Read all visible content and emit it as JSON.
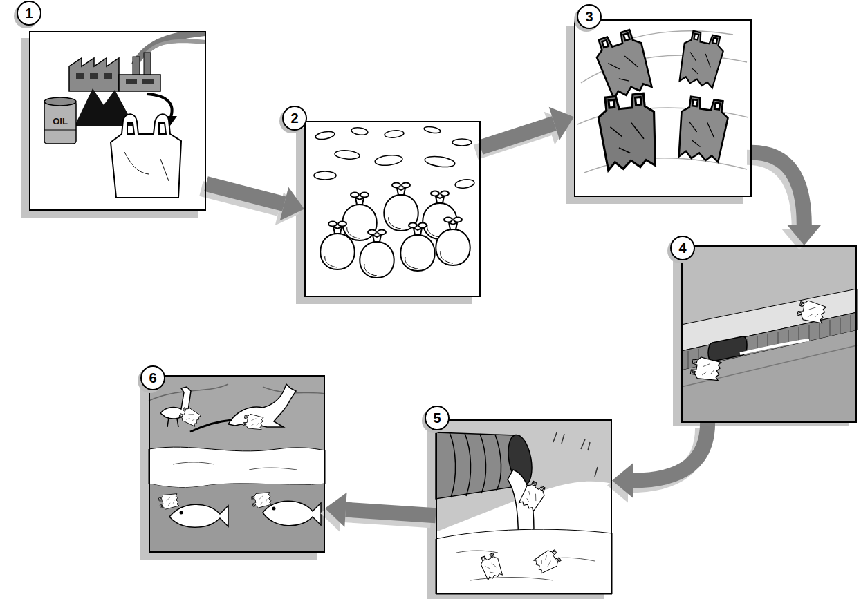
{
  "diagram": {
    "nodes": [
      {
        "text": [
          "1"
        ]
      },
      {
        "text": [
          "2"
        ]
      },
      {
        "text": [
          "3"
        ]
      },
      {
        "text": [
          "4"
        ]
      },
      {
        "text": [
          "5"
        ]
      },
      {
        "text": [
          "6"
        ]
      }
    ],
    "edges": [
      {
        "from": 0,
        "to": 1,
        "arrow": "to"
      },
      {
        "from": 1,
        "to": 2,
        "arrow": "to"
      },
      {
        "from": 2,
        "to": 3,
        "arrow": "to"
      },
      {
        "from": 3,
        "to": 4,
        "arrow": "to"
      },
      {
        "from": 4,
        "to": 5,
        "arrow": "to"
      }
    ],
    "labels": [
      "OIL"
    ]
  }
}
